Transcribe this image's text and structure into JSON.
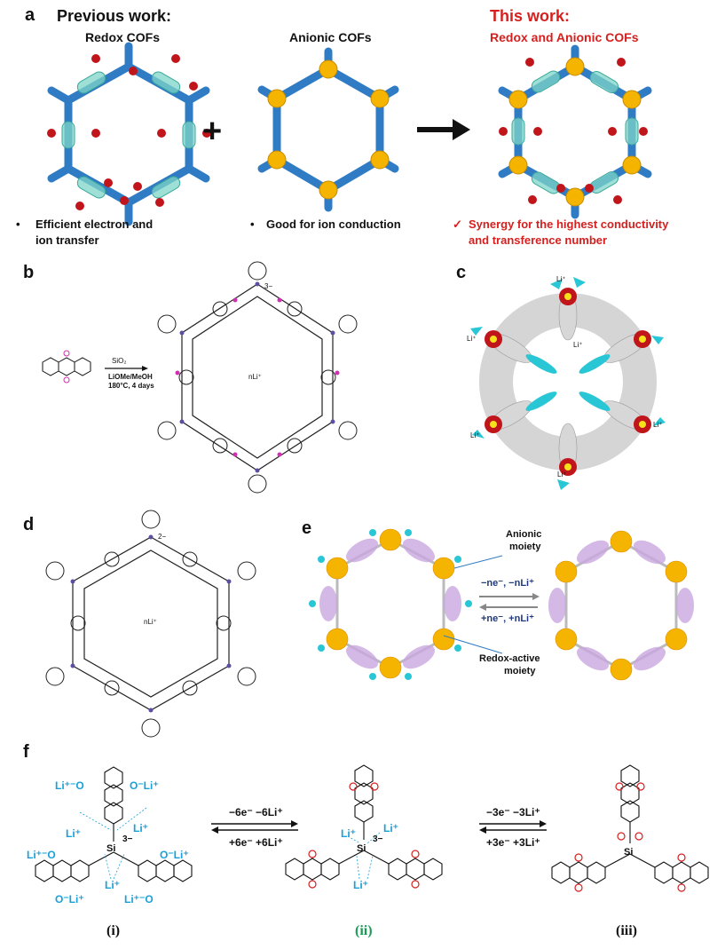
{
  "panels": {
    "a": "a",
    "b": "b",
    "c": "c",
    "d": "d",
    "e": "e",
    "f": "f"
  },
  "panel_a": {
    "previous_title": "Previous work:",
    "redox_label": "Redox COFs",
    "anionic_label": "Anionic COFs",
    "this_title": "This work:",
    "this_subtitle": "Redox and Anionic COFs",
    "bullet_1": "•",
    "bullet_1a": "Efficient electron and",
    "bullet_1b": "ion transfer",
    "bullet_2": "•",
    "bullet_2a": "Good for ion conduction",
    "check": "✓",
    "bullet_3a": "Synergy for the highest conductivity",
    "bullet_3b": "and transference number",
    "plus": "+",
    "colors": {
      "hex": "#2f7bc4",
      "node": "#f4b400",
      "redox": "#7fd6c8",
      "oxygen": "#c0151b"
    }
  },
  "panel_b": {
    "reagent": "SiO₂",
    "conditions_1": "LiOMe/MeOH",
    "conditions_2": "180°C, 4 days",
    "center": "nLi⁺",
    "charge": "3−"
  },
  "panel_c": {
    "li": "Li⁺"
  },
  "panel_d": {
    "center": "nLi⁺",
    "charge": "2−"
  },
  "panel_e": {
    "anionic": "Anionic",
    "anionic2": "moiety",
    "redox": "Redox-active",
    "redox2": "moiety",
    "forward": "−ne⁻, −nLi⁺",
    "backward": "+ne⁻, +nLi⁺"
  },
  "panel_f": {
    "eq1_top": "−6e⁻  −6Li⁺",
    "eq1_bottom": "+6e⁻  +6Li⁺",
    "eq2_top": "−3e⁻  −3Li⁺",
    "eq2_bottom": "+3e⁻  +3Li⁺",
    "label_i": "(i)",
    "label_ii": "(ii)",
    "label_iii": "(iii)",
    "li": "Li⁺",
    "li_o": "Li⁺⁻O",
    "o_li": "O⁻Li⁺",
    "si": "Si",
    "o": "O",
    "charge": "3−"
  }
}
